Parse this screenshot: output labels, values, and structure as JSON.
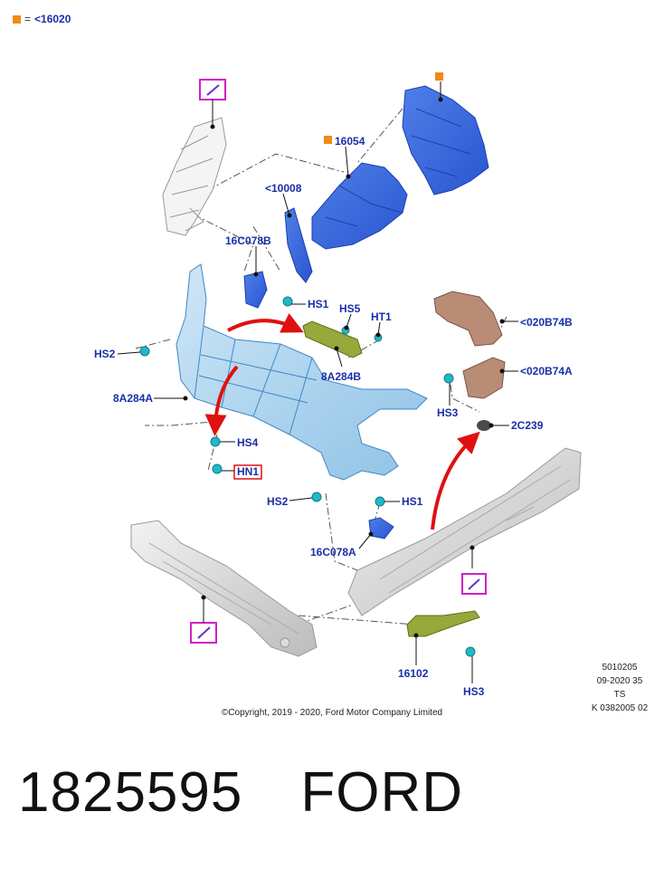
{
  "legend": {
    "symbol_color": "#f08a18",
    "equals": "=",
    "label": "<16020"
  },
  "labels": {
    "p16054": "16054",
    "p10008": "<10008",
    "p16C078B": "16C078B",
    "hs1_top": "HS1",
    "hs5": "HS5",
    "ht1": "HT1",
    "p8A284B": "8A284B",
    "hs2_left": "HS2",
    "p8A284A": "8A284A",
    "hs4": "HS4",
    "hn1": "HN1",
    "hs2_bottom": "HS2",
    "hs1_bottom": "HS1",
    "p16C078A": "16C078A",
    "p020B74B": "<020B74B",
    "p020B74A": "<020B74A",
    "hs3_top": "HS3",
    "p2C239": "2C239",
    "p16102": "16102",
    "hs3_bottom": "HS3"
  },
  "colors": {
    "label": "#1a2fa8",
    "arrow": "#e01010",
    "highlight": "#d020c8",
    "orange_marker": "#f08a18"
  },
  "meta": {
    "line1": "5010205",
    "line2": "09-2020 35",
    "line3": "TS",
    "line4": "K 0382005 02"
  },
  "copyright": "©Copyright, 2019 - 2020, Ford Motor Company Limited",
  "part_number": "1825595",
  "brand": "FORD"
}
